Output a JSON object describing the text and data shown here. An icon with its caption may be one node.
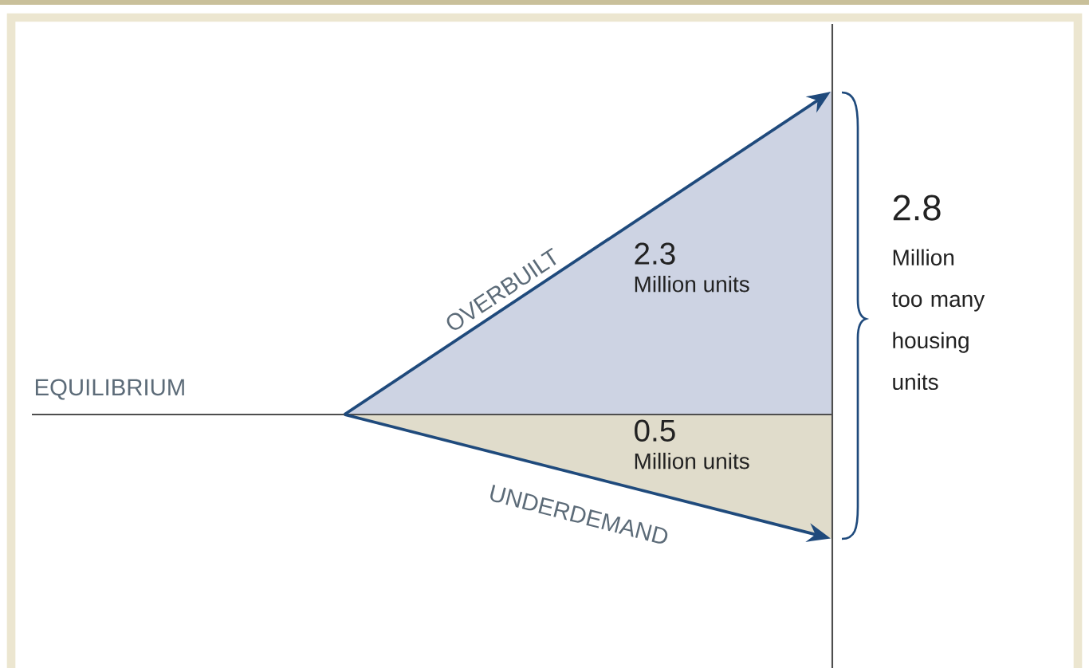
{
  "diagram": {
    "nodes": [
      {
        "text": [
          "2.3",
          "Million units"
        ]
      },
      {
        "text": [
          "0.5",
          "Million units"
        ]
      }
    ],
    "labels": [
      "EQUILIBRIUM",
      "OVERBUILT",
      "UNDERDEMAND",
      "2.8",
      "Million too many housing units"
    ]
  }
}
